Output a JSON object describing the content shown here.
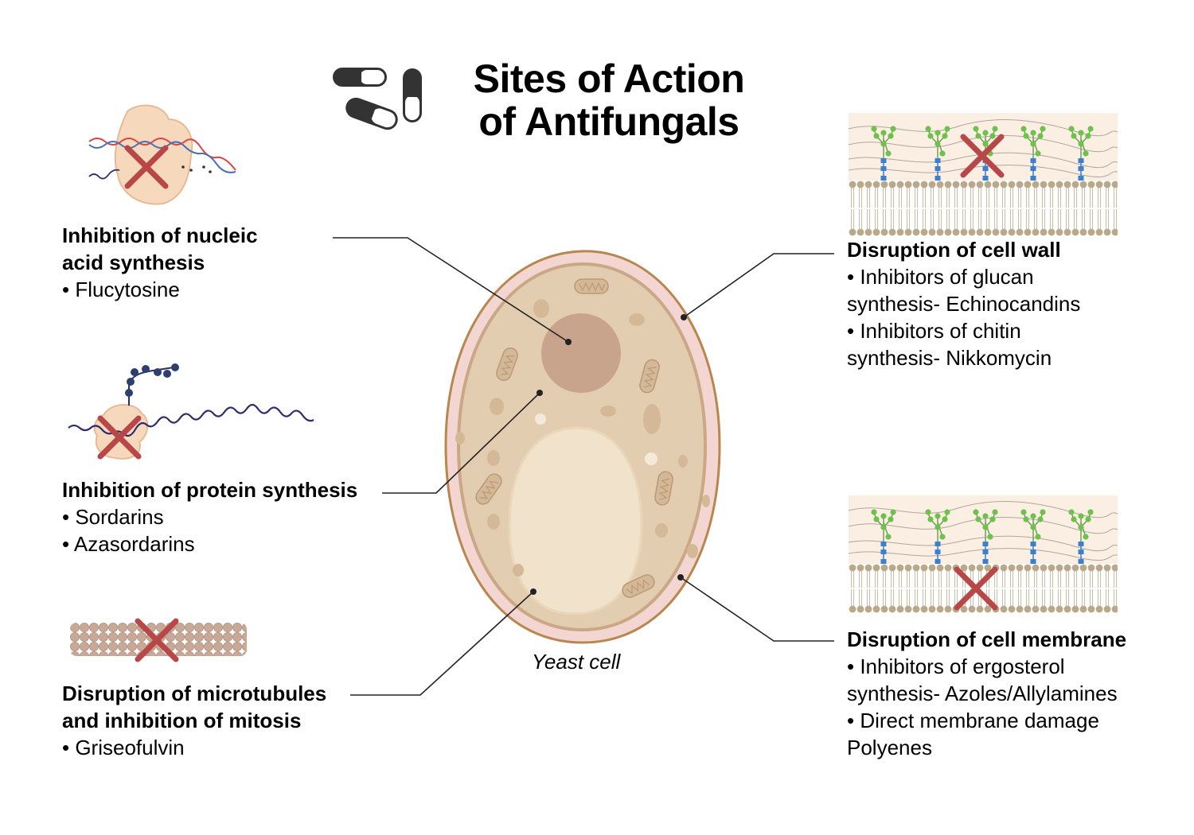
{
  "title": {
    "line1": "Sites of Action",
    "line2": "of Antifungals"
  },
  "cell_label": "Yeast cell",
  "nucleic": {
    "heading_line1": "Inhibition of nucleic",
    "heading_line2": "acid synthesis",
    "items": [
      "• Flucytosine"
    ]
  },
  "protein": {
    "heading": "Inhibition of protein synthesis",
    "items": [
      "• Sordarins",
      "• Azasordarins"
    ]
  },
  "microtubules": {
    "heading_line1": "Disruption of microtubules",
    "heading_line2": "and inhibition of mitosis",
    "items": [
      "• Griseofulvin"
    ]
  },
  "cell_wall": {
    "heading": "Disruption of cell wall",
    "lines": [
      "• Inhibitors of glucan",
      "synthesis- Echinocandins",
      "• Inhibitors of chitin",
      "synthesis- Nikkomycin"
    ]
  },
  "cell_membrane": {
    "heading": "Disruption of cell membrane",
    "lines": [
      "• Inhibitors of ergosterol",
      "synthesis- Azoles/Allylamines",
      "• Direct membrane damage",
      "Polyenes"
    ]
  },
  "colors": {
    "cross": "#b84747",
    "cell_wall_outer": "#b8874f",
    "cell_pink": "#f3d6d2",
    "cytoplasm": "#e3cdb0",
    "nucleus": "#c9a48c",
    "vacuole": "#f0e2cb",
    "glycan_green": "#6cc24a",
    "glycan_blue": "#3a7fd0",
    "lipid_head": "#b9a98a",
    "pill_dark": "#333333"
  }
}
